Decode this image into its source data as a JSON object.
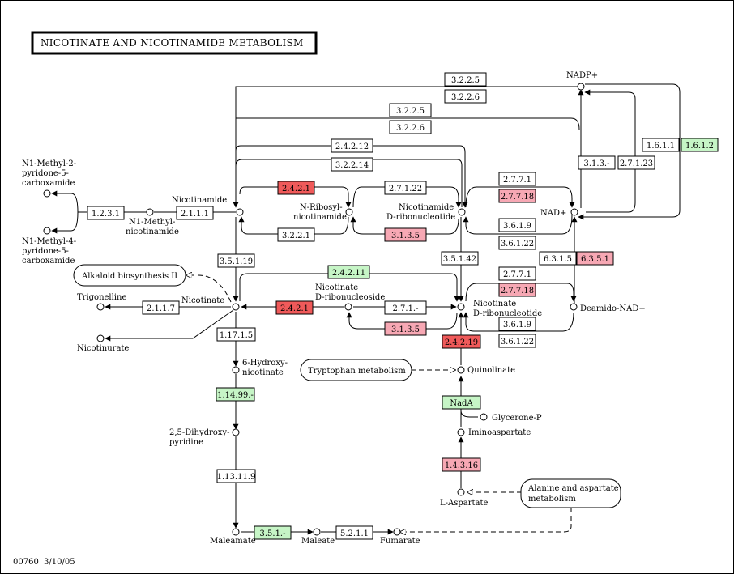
{
  "title": "NICOTINATE AND NICOTINAMIDE METABOLISM",
  "footer": {
    "map_id": "00760",
    "date": "3/10/05"
  },
  "colors": {
    "red": "#f05a5a",
    "pink": "#f7a8b4",
    "green": "#c6f5c6",
    "white": "#ffffff"
  },
  "compounds": {
    "nadp": "NADP+",
    "nad": "NAD+",
    "nicotinamide": "Nicotinamide",
    "n_ribosyl_1": "N-Ribosyl-",
    "n_ribosyl_2": "nicotinamide",
    "nmn_1": "Nicotinamide",
    "nmn_2": "D-ribonucleotide",
    "n1m2p_1": "N1-Methyl-2-",
    "n1m2p_2": "pyridone-5-",
    "n1m2p_3": "carboxamide",
    "n1m4p_1": "N1-Methyl-4-",
    "n1m4p_2": "pyridone-5-",
    "n1m4p_3": "carboxamide",
    "n1mn_1": "N1-Methyl-",
    "n1mn_2": "nicotinamide",
    "trigonelline": "Trigonelline",
    "nicotinate": "Nicotinate",
    "nicotinurate": "Nicotinurate",
    "naribo_1": "Nicotinate",
    "naribo_2": "D-ribonucleoside",
    "namn_1": "Nicotinate",
    "namn_2": "D-ribonucleotide",
    "deamido_nad": "Deamido-NAD+",
    "hydroxy6_1": "6-Hydroxy-",
    "hydroxy6_2": "nicotinate",
    "dihydroxy_1": "2,5-Dihydroxy-",
    "dihydroxy_2": "pyridine",
    "quinolinate": "Quinolinate",
    "glycerone": "Glycerone-P",
    "iminoaspartate": "Iminoaspartate",
    "aspartate": "L-Aspartate",
    "maleamate": "Maleamate",
    "maleate": "Maleate",
    "fumarate": "Fumarate"
  },
  "pathways": {
    "alkaloid": "Alkaloid biosynthesis II",
    "tryptophan": "Tryptophan metabolism",
    "alanine_1": "Alanine and aspartate",
    "alanine_2": "metabolism"
  },
  "enzymes": {
    "e3225a": "3.2.2.5",
    "e3226a": "3.2.2.6",
    "e3225b": "3.2.2.5",
    "e3226b": "3.2.2.6",
    "e24212": "2.4.2.12",
    "e32214": "3.2.2.14",
    "e2421a": "2.4.2.1",
    "e3221": "3.2.2.1",
    "e27122": "2.7.1.22",
    "e3135a": "3.1.3.5",
    "e2771a": "2.7.7.1",
    "e27718a": "2.7.7.18",
    "e3619a": "3.6.1.9",
    "e36122a": "3.6.1.22",
    "e313": "3.1.3.-",
    "e27123": "2.7.1.23",
    "e1611": "1.6.1.1",
    "e1612": "1.6.1.2",
    "e6315": "6.3.1.5",
    "e6351": "6.3.5.1",
    "e2311": "1.2.3.1",
    "e2111": "2.1.1.1",
    "e35119": "3.5.1.19",
    "e35142": "3.5.1.42",
    "e24211": "2.4.2.11",
    "e2421b": "2.4.2.1",
    "e271": "2.7.1.-",
    "e3135b": "3.1.3.5",
    "e2771b": "2.7.7.1",
    "e27718b": "2.7.7.18",
    "e3619b": "3.6.1.9",
    "e36122b": "3.6.1.22",
    "e2117": "2.1.1.7",
    "e11715": "1.17.1.5",
    "e24219": "2.4.2.19",
    "e11499": "1.14.99.-",
    "nada": "NadA",
    "e11311": "1.13.11.9",
    "e14316": "1.4.3.16",
    "e351": "3.5.1.-",
    "e5211": "5.2.1.1"
  }
}
